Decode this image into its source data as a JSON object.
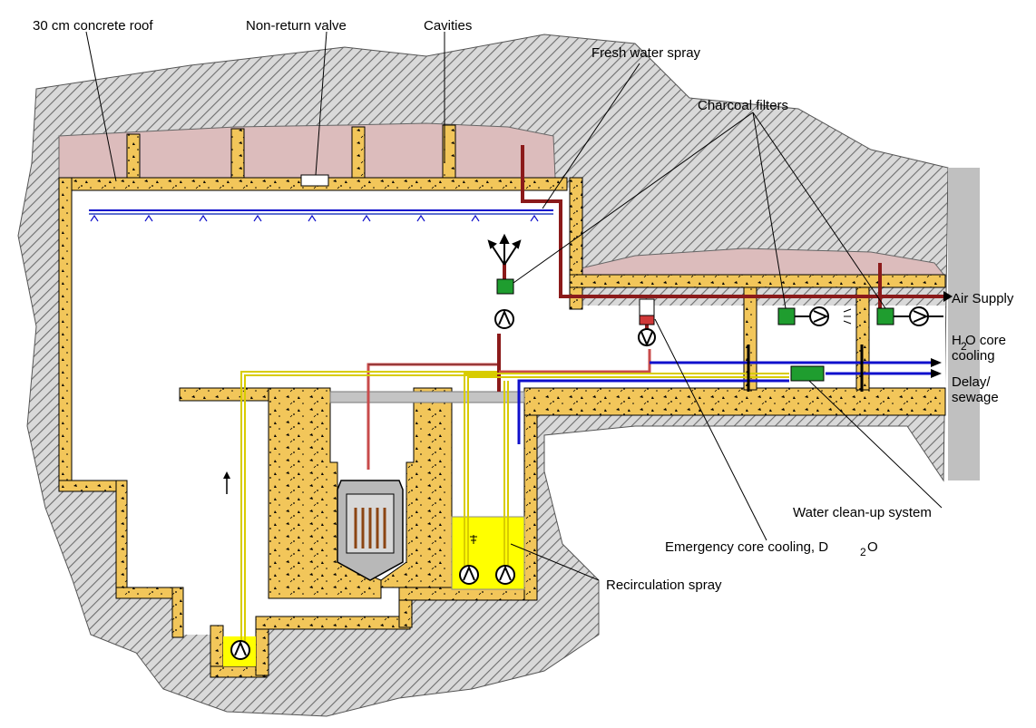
{
  "labels": {
    "concrete_roof": "30 cm concrete roof",
    "non_return_valve": "Non-return valve",
    "cavities": "Cavities",
    "fresh_water_spray": "Fresh water spray",
    "charcoal_filters": "Charcoal filters",
    "air_supply": "Air Supply",
    "h2o_core_cooling_line1": "H O core",
    "h2o_subscript": "2",
    "h2o_core_cooling_line2": "cooling",
    "delay_sewage_line1": "Delay/",
    "delay_sewage_line2": "sewage",
    "water_cleanup": "Water clean-up system",
    "emergency_core_cooling_main": "Emergency core cooling, D",
    "emergency_core_cooling_subscript": "2",
    "emergency_core_cooling_tail": "O",
    "recirculation_spray": "Recirculation spray"
  },
  "colors": {
    "rock_hatch": "#7a7a7a",
    "rock_bg": "#d6d6d6",
    "concrete": "#f2c65a",
    "concrete_edge": "#000000",
    "cavity": "#dcbcbc",
    "water_pool": "#ffff00",
    "pipe_red": "#8b1a1a",
    "pipe_yellow": "#ffff55",
    "pipe_blue": "#1010cc",
    "filter_green": "#1f9d2f",
    "wall_grey": "#c0c0c0"
  },
  "icons": [
    "arrow-icon",
    "filter-icon",
    "pump-icon",
    "fan-icon",
    "reactor-vessel-icon",
    "spray-nozzle-icon"
  ]
}
